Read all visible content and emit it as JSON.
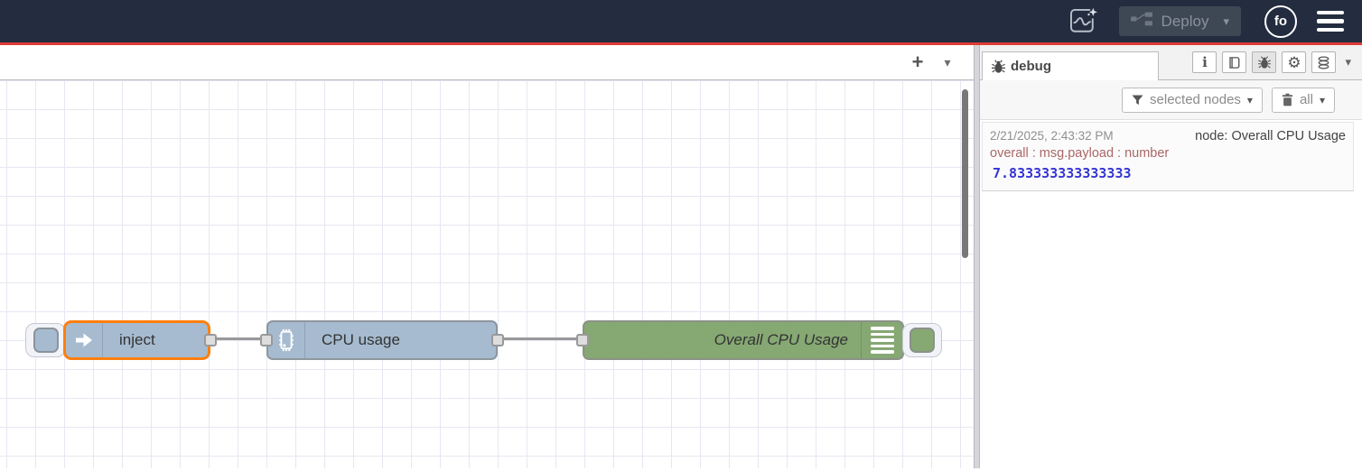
{
  "header": {
    "deploy": {
      "label": "Deploy"
    },
    "avatar": {
      "initials": "fo"
    }
  },
  "workspace": {
    "nodes": [
      {
        "type": "inject",
        "label": "inject",
        "selected": true
      },
      {
        "type": "cpu",
        "label": "CPU usage"
      },
      {
        "type": "debug",
        "label": "Overall CPU Usage"
      }
    ]
  },
  "sidebar": {
    "tab_label": "debug",
    "filter_label": "selected nodes",
    "clear_label": "all",
    "messages": [
      {
        "timestamp": "2/21/2025, 2:43:32 PM",
        "source": "node: Overall CPU Usage",
        "property": "overall : msg.payload : number",
        "value": "7.833333333333333"
      }
    ]
  },
  "icons": {
    "caret_down": "▾",
    "plus": "+",
    "info_glyph": "i",
    "gear_glyph": "⚙"
  },
  "colors": {
    "header_bg": "#232d3f",
    "accent_red": "#dd3c35",
    "node_blue": "#a6bbcf",
    "node_green": "#86a873",
    "selected_orange": "#ff7f0e",
    "wire_gray": "#999999",
    "debug_property_red": "#aa6666",
    "debug_number_blue": "#3434d2"
  }
}
